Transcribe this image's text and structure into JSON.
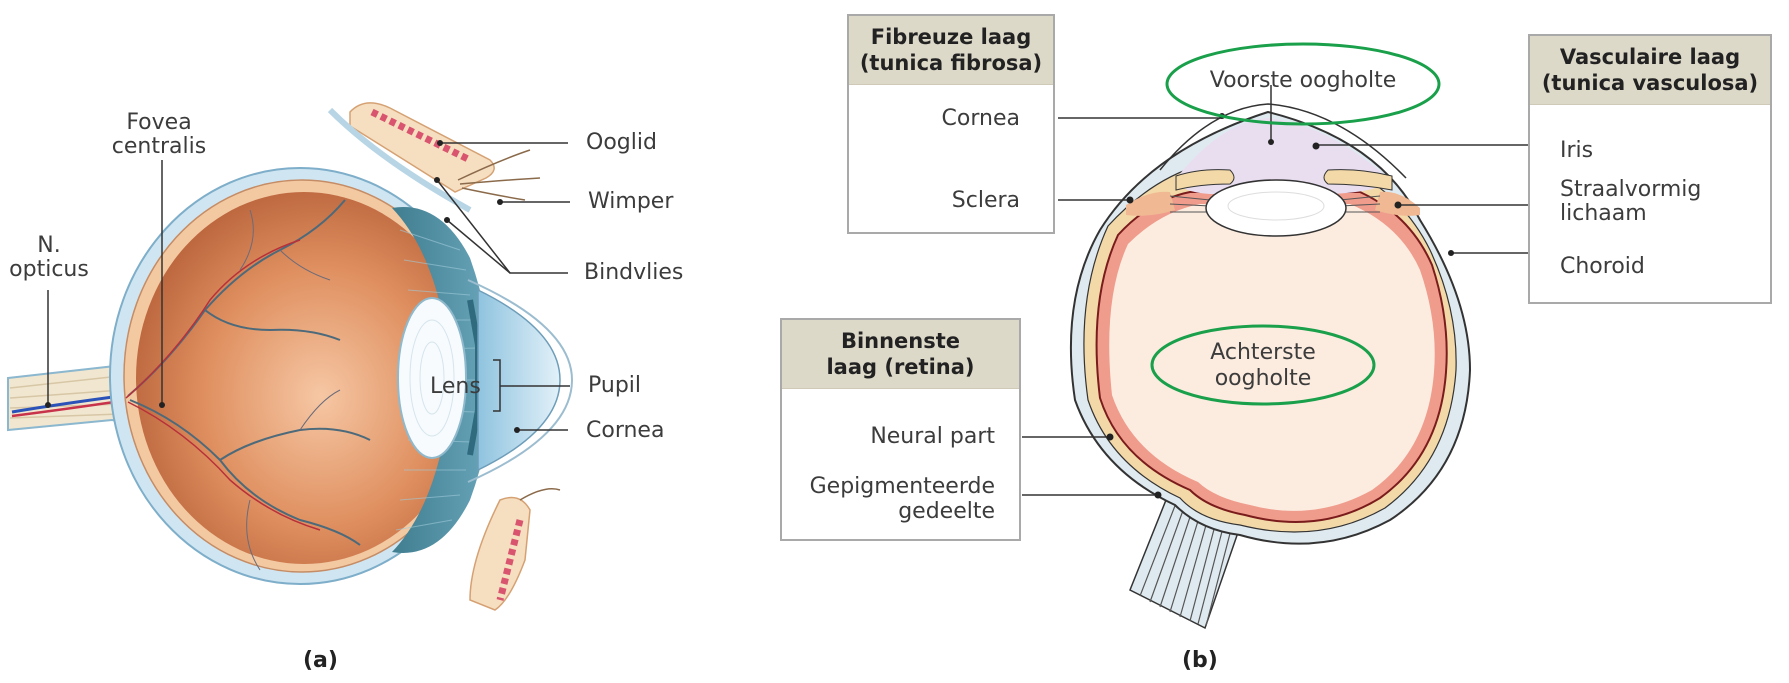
{
  "figure_a": {
    "caption": "(a)",
    "labels": {
      "fovea_line1": "Fovea",
      "fovea_line2": "centralis",
      "nopticus_line1": "N.",
      "nopticus_line2": "opticus",
      "lens": "Lens",
      "ooglid": "Ooglid",
      "wimper": "Wimper",
      "bindvlies": "Bindvlies",
      "pupil": "Pupil",
      "cornea": "Cornea"
    }
  },
  "figure_b": {
    "caption": "(b)",
    "fibrous_box": {
      "title_line1": "Fibreuze laag",
      "title_line2": "(tunica fibrosa)",
      "items": [
        "Cornea",
        "Sclera"
      ]
    },
    "vascular_box": {
      "title_line1": "Vasculaire laag",
      "title_line2": "(tunica vasculosa)",
      "items": [
        "Iris",
        "Straalvormig",
        "lichaam",
        "Choroid"
      ]
    },
    "inner_box": {
      "title_line1": "Binnenste",
      "title_line2": "laag (retina)",
      "items": [
        "Neural part",
        "Gepigmenteerde",
        "gedeelte"
      ]
    },
    "highlighted": {
      "anterior_chamber": "Voorste oogholte",
      "posterior_chamber_line1": "Achterste",
      "posterior_chamber_line2": "oogholte",
      "highlight_color": "#1aa04a"
    }
  }
}
